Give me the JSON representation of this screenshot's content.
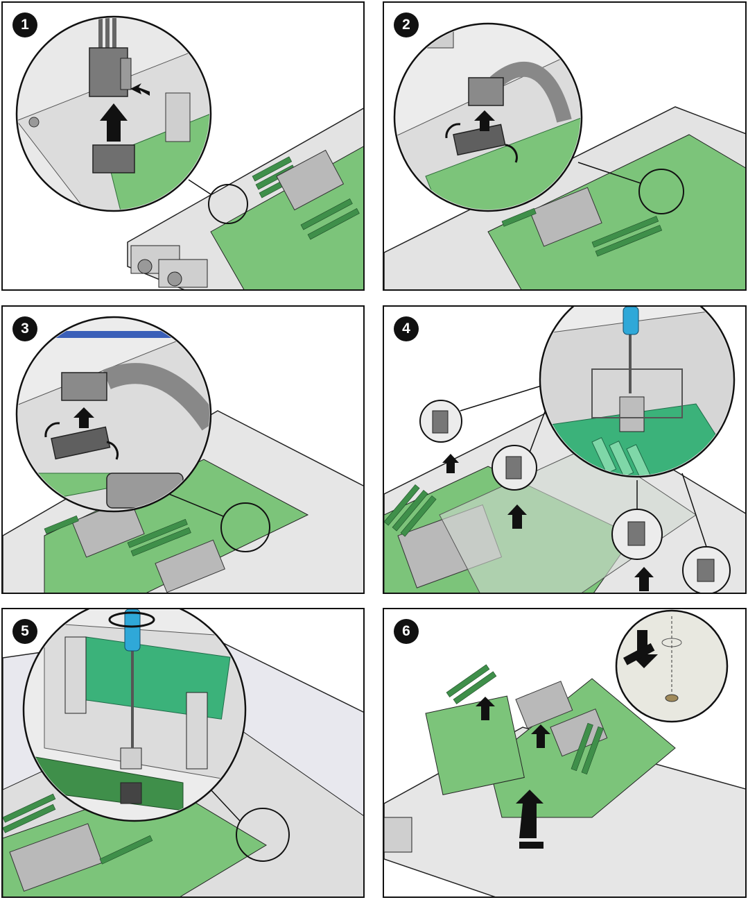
{
  "steps": [
    {
      "number": "1"
    },
    {
      "number": "2"
    },
    {
      "number": "3"
    },
    {
      "number": "4"
    },
    {
      "number": "5"
    },
    {
      "number": "6"
    }
  ],
  "colors": {
    "board_green": "#7cc47a",
    "board_green_dark": "#3f8f4a",
    "chassis_gray": "#d9d9d9",
    "chassis_dark": "#8a8a8a",
    "screwdriver_blue": "#2fa8d8",
    "line": "#222222"
  },
  "icons": [
    "lift-arrow-icon",
    "rotate-arrow-icon",
    "screwdriver-icon",
    "magnifier-callout-icon"
  ]
}
